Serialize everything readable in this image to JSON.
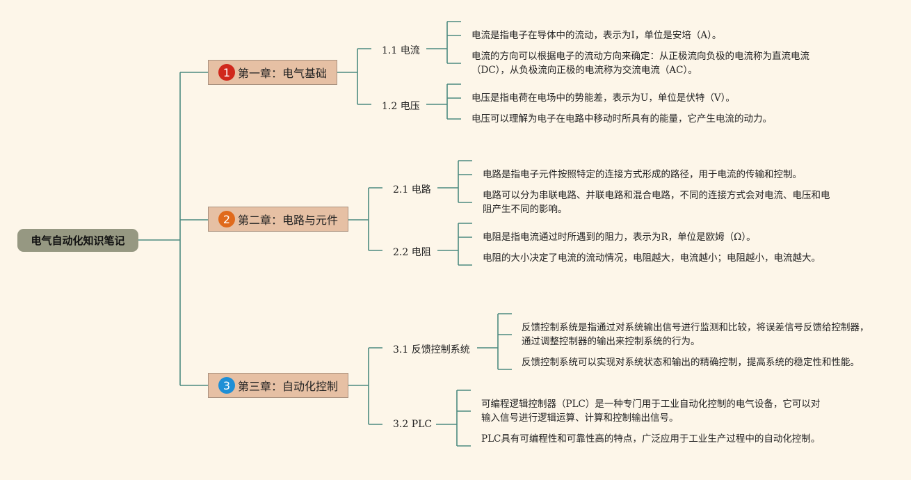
{
  "root": {
    "label": "电气自动化知识笔记"
  },
  "chapters": [
    {
      "badge": "1",
      "badge_color": "#d0281c",
      "label": "第一章：电气基础",
      "sections": [
        {
          "label": "1.1 电流",
          "leaves": [
            "电流是指电子在导体中的流动，表示为I，单位是安培（A）。",
            "电流的方向可以根据电子的流动方向来确定：从正极流向负极的电流称为直流电流（DC），从负极流向正极的电流称为交流电流（AC）。"
          ]
        },
        {
          "label": "1.2 电压",
          "leaves": [
            "电压是指电荷在电场中的势能差，表示为U，单位是伏特（V）。",
            "电压可以理解为电子在电路中移动时所具有的能量，它产生电流的动力。"
          ]
        }
      ]
    },
    {
      "badge": "2",
      "badge_color": "#e06a1c",
      "label": "第二章：电路与元件",
      "sections": [
        {
          "label": "2.1 电路",
          "leaves": [
            "电路是指电子元件按照特定的连接方式形成的路径，用于电流的传输和控制。",
            "电路可以分为串联电路、并联电路和混合电路，不同的连接方式会对电流、电压和电阻产生不同的影响。"
          ]
        },
        {
          "label": "2.2 电阻",
          "leaves": [
            "电阻是指电流通过时所遇到的阻力，表示为R，单位是欧姆（Ω）。",
            "电阻的大小决定了电流的流动情况，电阻越大，电流越小；电阻越小，电流越大。"
          ]
        }
      ]
    },
    {
      "badge": "3",
      "badge_color": "#1e8fd6",
      "label": "第三章：自动化控制",
      "sections": [
        {
          "label": "3.1 反馈控制系统",
          "leaves": [
            "反馈控制系统是指通过对系统输出信号进行监测和比较，将误差信号反馈给控制器，通过调整控制器的输出来控制系统的行为。",
            "反馈控制系统可以实现对系统状态和输出的精确控制，提高系统的稳定性和性能。"
          ]
        },
        {
          "label": "3.2 PLC",
          "leaves": [
            "可编程逻辑控制器（PLC）是一种专门用于工业自动化控制的电气设备，它可以对输入信号进行逻辑运算、计算和控制输出信号。",
            "PLC具有可编程性和可靠性高的特点，广泛应用于工业生产过程中的自动化控制。"
          ]
        }
      ]
    }
  ],
  "colors": {
    "line": "#4c8a80",
    "root_bg": "#969882",
    "chapter_bg": "#e6c0a4",
    "background": "#fdf6e9"
  }
}
